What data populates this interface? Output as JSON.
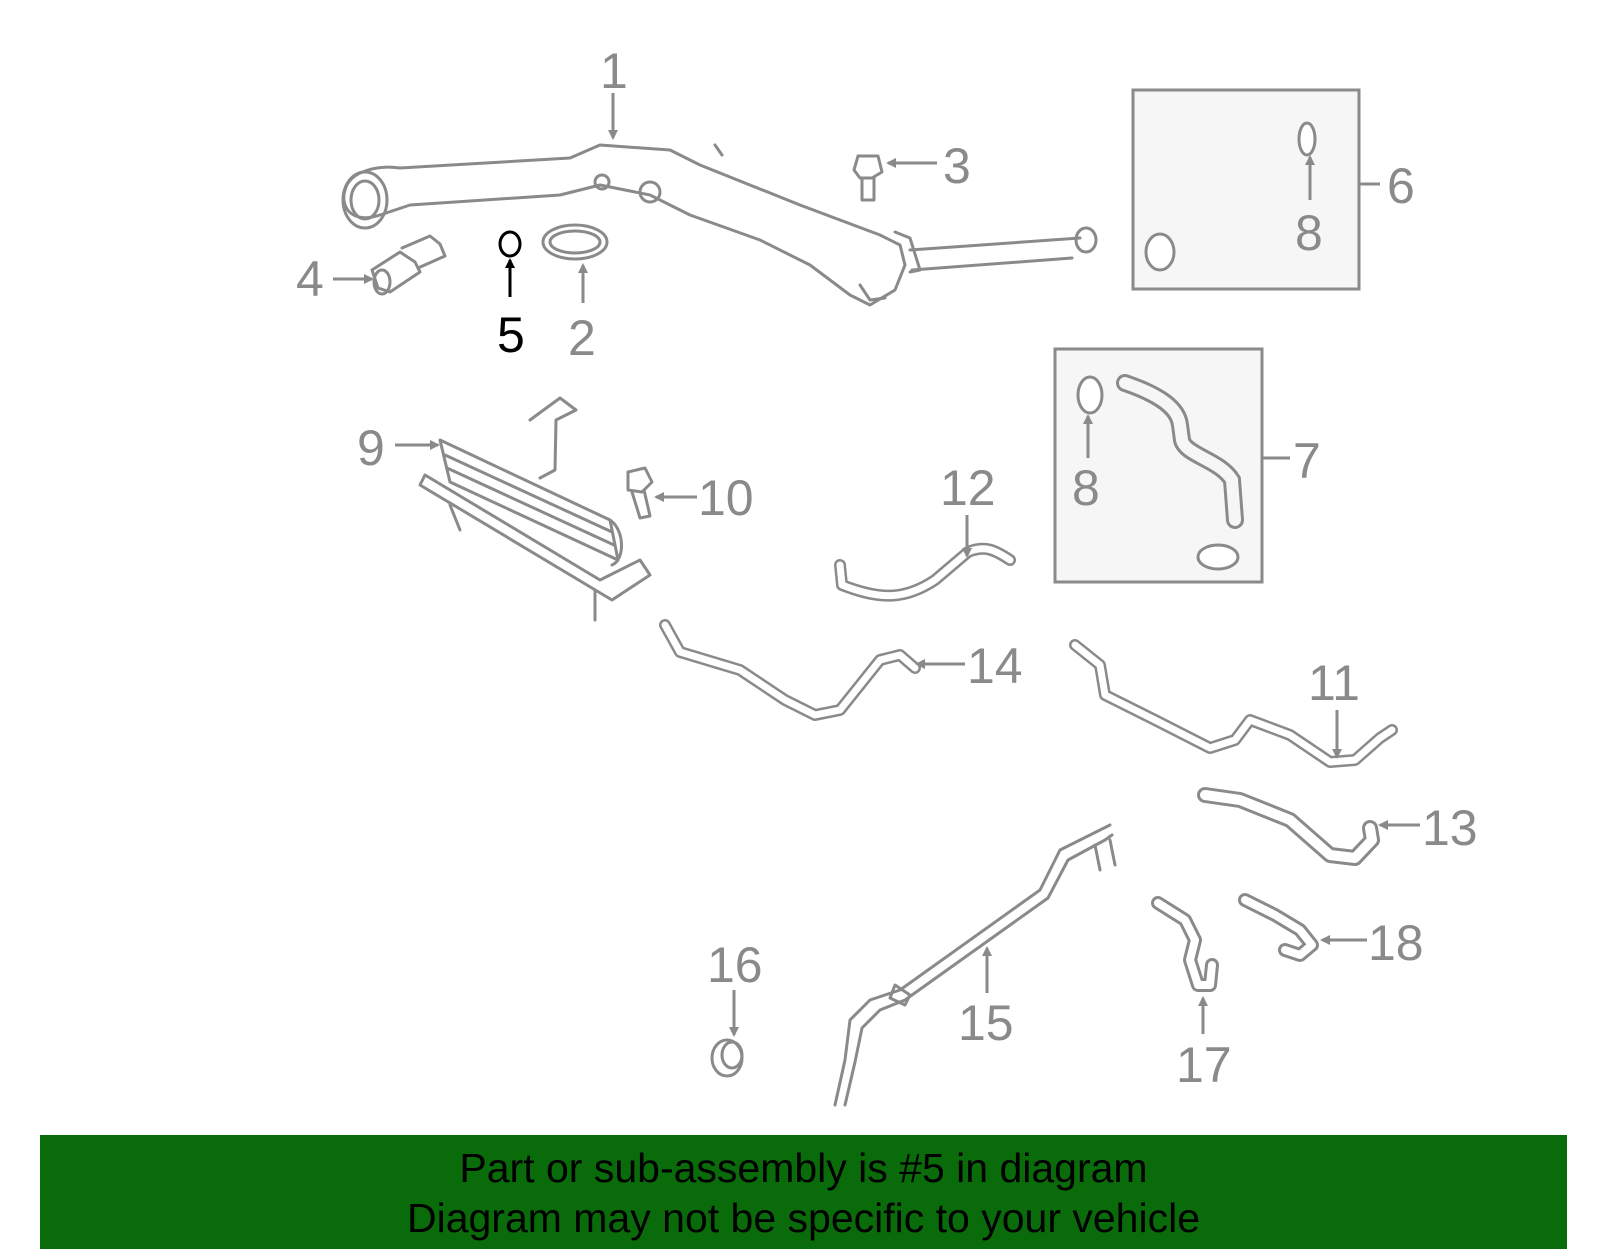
{
  "diagram": {
    "callouts": {
      "c1": "1",
      "c2": "2",
      "c3": "3",
      "c4": "4",
      "c5": "5",
      "c6": "6",
      "c7": "7",
      "c8a": "8",
      "c8b": "8",
      "c9": "9",
      "c10": "10",
      "c11": "11",
      "c12": "12",
      "c13": "13",
      "c14": "14",
      "c15": "15",
      "c16": "16",
      "c17": "17",
      "c18": "18"
    },
    "highlighted_part": "5",
    "colors": {
      "part": "#8a8a8a",
      "highlight": "#000000",
      "banner": "#0a6b0a",
      "box": "#f6f6f6"
    }
  },
  "banner": {
    "line1": "Part or sub-assembly is #5 in diagram",
    "line2": "Diagram may not be specific to your vehicle"
  }
}
